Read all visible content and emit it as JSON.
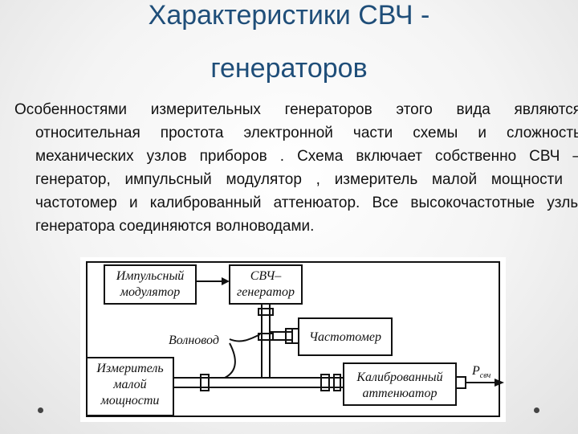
{
  "slide": {
    "title_line1": "Характеристики СВЧ -",
    "title_line2": "генераторов",
    "body": "Особенностями измерительных генераторов этого вида являются относительная простота электронной части схемы и сложность механических узлов приборов . Схема включает собственно СВЧ – генератор, импульсный модулятор , измеритель малой мощности , частотомер и калиброванный аттенюатор. Все высокочастотные узлы генератора соединяются волноводами."
  },
  "diagram": {
    "pulse_modulator": [
      "Импульсный",
      "модулятор"
    ],
    "microwave_generator": [
      "СВЧ–",
      "генератор"
    ],
    "waveguide_label": "Волновод",
    "frequency_meter": "Частотомер",
    "power_meter": [
      "Измеритель",
      "малой",
      "мощности"
    ],
    "attenuator": [
      "Калиброванный",
      "аттенюатор"
    ],
    "output_label": "P",
    "output_subscript": "свч"
  },
  "colors": {
    "title": "#1f4e79",
    "text": "#111111",
    "diagram_background": "#ffffff"
  }
}
